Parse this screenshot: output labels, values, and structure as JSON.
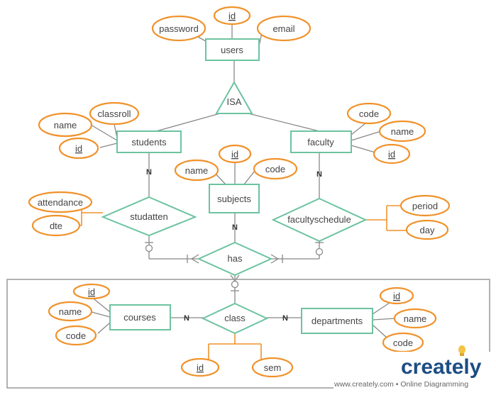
{
  "entities": {
    "users": "users",
    "students": "students",
    "faculty": "faculty",
    "subjects": "subjects",
    "courses": "courses",
    "departments": "departments"
  },
  "relationships": {
    "isa": "ISA",
    "studatten": "studatten",
    "facultyschedule": "facultyschedule",
    "has": "has",
    "class": "class"
  },
  "attributes": {
    "users_id": "id",
    "users_password": "password",
    "users_email": "email",
    "students_name": "name",
    "students_classroll": "classroll",
    "students_id": "id",
    "faculty_code": "code",
    "faculty_name": "name",
    "faculty_id": "id",
    "subjects_id": "id",
    "subjects_name": "name",
    "subjects_code": "code",
    "studatten_attendance": "attendance",
    "studatten_dte": "dte",
    "facultyschedule_period": "period",
    "facultyschedule_day": "day",
    "courses_id": "id",
    "courses_name": "name",
    "courses_code": "code",
    "departments_id": "id",
    "departments_name": "name",
    "departments_code": "code",
    "class_id": "id",
    "class_sem": "sem"
  },
  "cardinality": {
    "students_studatten": "N",
    "faculty_facultyschedule": "N",
    "subjects_has": "N",
    "courses_class": "N",
    "departments_class": "N"
  },
  "branding": {
    "logo": "creately",
    "footer": "www.creately.com • Online Diagramming"
  },
  "colors": {
    "entity_border": "#6cc3a0",
    "attribute_border": "#f0922b",
    "logo_text": "#1d4d84",
    "logo_bulb": "#f5c242"
  }
}
